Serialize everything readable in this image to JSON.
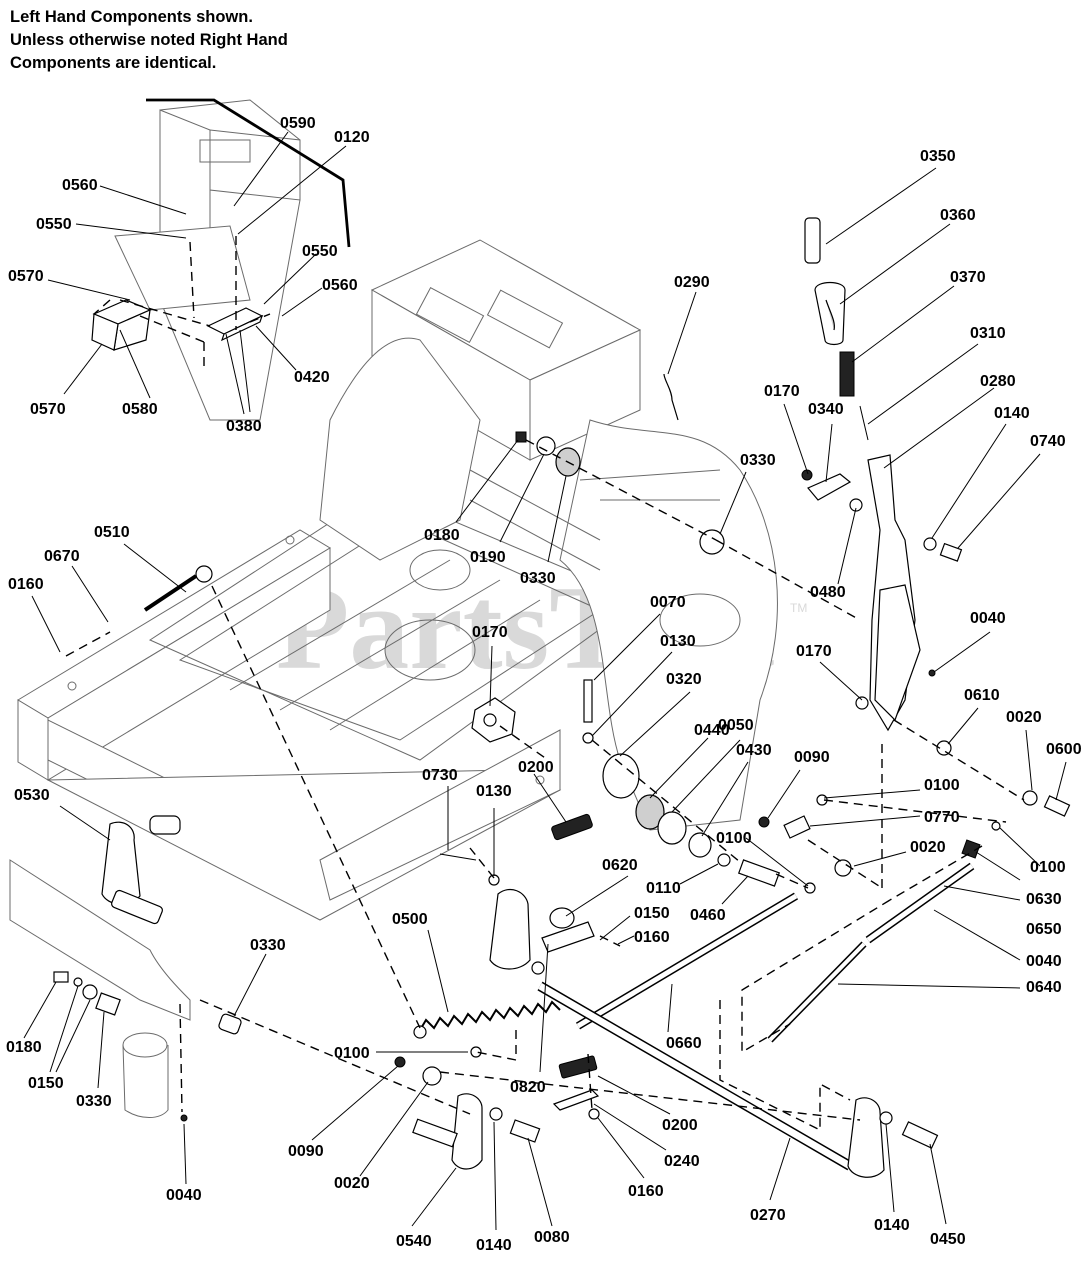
{
  "note": {
    "line1": "Left Hand Components shown.",
    "line2": "Unless otherwise noted Right Hand",
    "line3": "Components are identical."
  },
  "watermark": {
    "text": "PartsTree",
    "tm": "TM"
  },
  "callouts": {
    "c0590": "0590",
    "c0120": "0120",
    "c0560a": "0560",
    "c0550a": "0550",
    "c0550b": "0550",
    "c0560b": "0560",
    "c0570a": "0570",
    "c0570b": "0570",
    "c0580": "0580",
    "c0380": "0380",
    "c0420": "0420",
    "c0350": "0350",
    "c0360": "0360",
    "c0370": "0370",
    "c0310": "0310",
    "c0280": "0280",
    "c0290": "0290",
    "c0170a": "0170",
    "c0340": "0340",
    "c0140a": "0140",
    "c0740": "0740",
    "c0330a": "0330",
    "c0180a": "0180",
    "c0190": "0190",
    "c0330b": "0330",
    "c0480": "0480",
    "c0040a": "0040",
    "c0170b": "0170",
    "c0610": "0610",
    "c0020a": "0020",
    "c0600": "0600",
    "c0510": "0510",
    "c0670": "0670",
    "c0160a": "0160",
    "c0070": "0070",
    "c0170c": "0170",
    "c0130a": "0130",
    "c0320": "0320",
    "c0440": "0440",
    "c0050": "0050",
    "c0430": "0430",
    "c0090a": "0090",
    "c0100a": "0100",
    "c0770": "0770",
    "c0100b": "0100",
    "c0630": "0630",
    "c0650": "0650",
    "c0040b": "0040",
    "c0640": "0640",
    "c0020b": "0020",
    "c0100c": "0100",
    "c0110": "0110",
    "c0460": "0460",
    "c0200a": "0200",
    "c0730": "0730",
    "c0130b": "0130",
    "c0530": "0530",
    "c0620": "0620",
    "c0150a": "0150",
    "c0160b": "0160",
    "c0500": "0500",
    "c0660": "0660",
    "c0820": "0820",
    "c0100d": "0100",
    "c0090b": "0090",
    "c0020c": "0020",
    "c0540": "0540",
    "c0140b": "0140",
    "c0080": "0080",
    "c0200b": "0200",
    "c0240": "0240",
    "c0160c": "0160",
    "c0270": "0270",
    "c0140c": "0140",
    "c0450": "0450",
    "c0330c": "0330",
    "c0180b": "0180",
    "c0150b": "0150",
    "c0330d": "0330",
    "c0040c": "0040"
  }
}
